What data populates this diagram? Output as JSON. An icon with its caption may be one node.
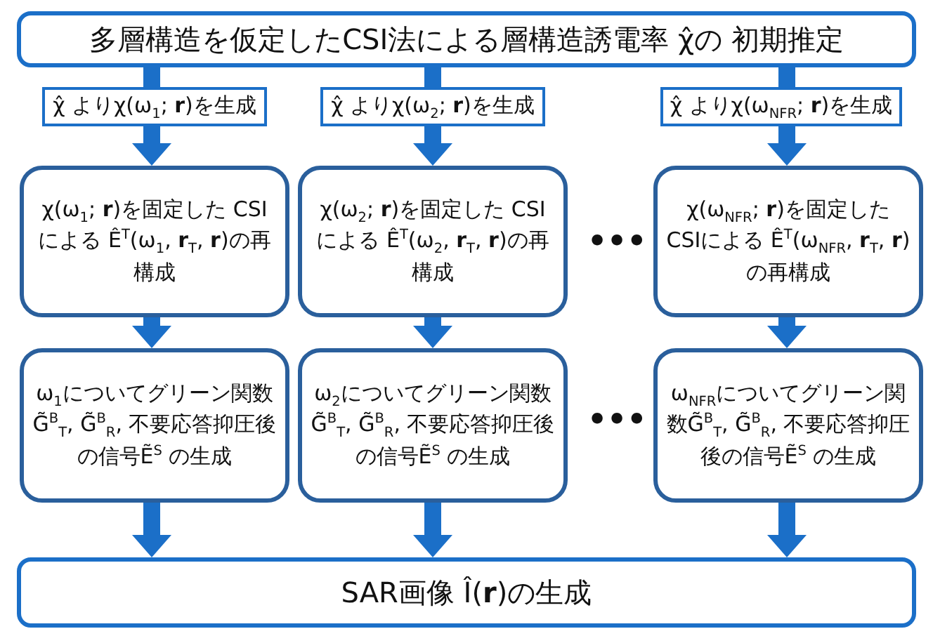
{
  "diagram": {
    "nodes": [
      {
        "text": [
          "多層構造を仮定したCSI法による層構造誘電率 χ̂の 初期推定"
        ]
      },
      {
        "text": [
          "χ̂ よりχ(ω$_{1}$; **r**)を生成"
        ]
      },
      {
        "text": [
          "χ̂ よりχ(ω$_{2}$; **r**)を生成"
        ]
      },
      {
        "text": [
          "χ̂ よりχ(ω$_{NFR}$; **r**)を生成"
        ]
      },
      {
        "text": [
          "χ(ω$_{1}$; **r**)を固定した CSIによる Ê$^{T}$(ω$_{1}$, **r**$_{T}$, **r**)の再構成"
        ]
      },
      {
        "text": [
          "χ(ω$_{2}$; **r**)を固定した CSIによる Ê$^{T}$(ω$_{2}$, **r**$_{T}$, **r**)の再構成"
        ]
      },
      {
        "text": [
          "χ(ω$_{NFR}$; **r**)を固定した CSIによる Ê$^{T}$(ω$_{NFR}$, **r**$_{T}$, **r**)の再構成"
        ]
      },
      {
        "text": [
          "ω$_{1}$についてグリーン関数G̃$^{B}$$_{T}$, G̃$^{B}$$_{R}$, 不要応答抑圧後の信号Ẽ$^{S}$ の生成"
        ]
      },
      {
        "text": [
          "ω$_{2}$についてグリーン関数G̃$^{B}$$_{T}$, G̃$^{B}$$_{R}$, 不要応答抑圧後の信号Ẽ$^{S}$ の生成"
        ]
      },
      {
        "text": [
          "ω$_{NFR}$についてグリーン関数G̃$^{B}$$_{T}$, G̃$^{B}$$_{R}$, 不要応答抑圧後の信号Ẽ$^{S}$ の生成"
        ]
      },
      {
        "text": [
          "SAR画像 Î(**r**)の生成"
        ]
      }
    ],
    "edges": [
      {
        "from": 0,
        "to": 1,
        "arrow": "none"
      },
      {
        "from": 0,
        "to": 2,
        "arrow": "none"
      },
      {
        "from": 0,
        "to": 3,
        "arrow": "none"
      },
      {
        "from": 1,
        "to": 4,
        "arrow": "to"
      },
      {
        "from": 2,
        "to": 5,
        "arrow": "to"
      },
      {
        "from": 3,
        "to": 6,
        "arrow": "to"
      },
      {
        "from": 4,
        "to": 7,
        "arrow": "to"
      },
      {
        "from": 5,
        "to": 8,
        "arrow": "to"
      },
      {
        "from": 6,
        "to": 9,
        "arrow": "to"
      },
      {
        "from": 7,
        "to": 10,
        "arrow": "to"
      },
      {
        "from": 8,
        "to": 10,
        "arrow": "to"
      },
      {
        "from": 9,
        "to": 10,
        "arrow": "to"
      }
    ],
    "labels": [
      "•••",
      "•••"
    ]
  }
}
